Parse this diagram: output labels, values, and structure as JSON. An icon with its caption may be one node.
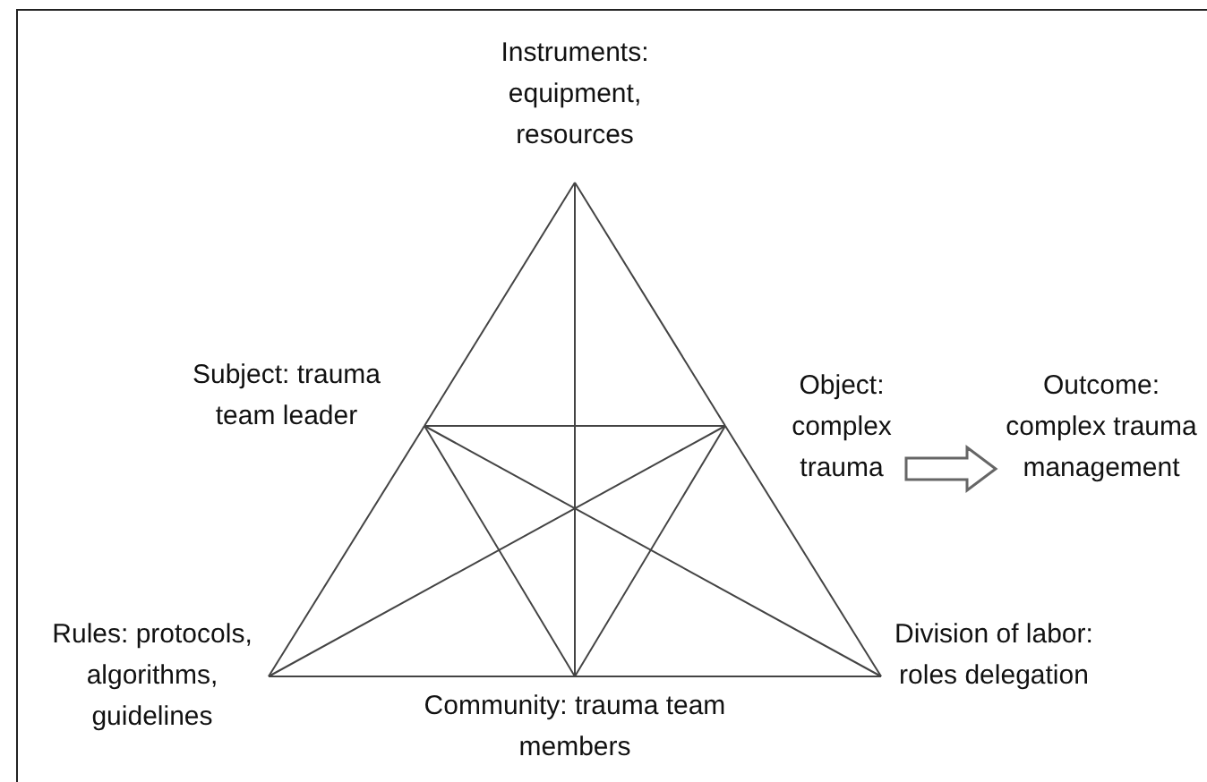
{
  "diagram": {
    "nodes": [
      {
        "text": [
          "Instruments: equipment, resources"
        ]
      },
      {
        "text": [
          "Subject: trauma team leader"
        ]
      },
      {
        "text": [
          "Object: complex trauma"
        ]
      },
      {
        "text": [
          "Outcome: complex trauma management"
        ]
      },
      {
        "text": [
          "Rules: protocols, algorithms, guidelines"
        ]
      },
      {
        "text": [
          "Community: trauma team members"
        ]
      },
      {
        "text": [
          "Division of labor: roles delegation"
        ]
      }
    ],
    "edges": [
      {
        "from": 0,
        "to": 1,
        "arrow": "none"
      },
      {
        "from": 0,
        "to": 2,
        "arrow": "none"
      },
      {
        "from": 0,
        "to": 5,
        "arrow": "none"
      },
      {
        "from": 1,
        "to": 2,
        "arrow": "none"
      },
      {
        "from": 1,
        "to": 4,
        "arrow": "none"
      },
      {
        "from": 2,
        "to": 6,
        "arrow": "none"
      },
      {
        "from": 4,
        "to": 5,
        "arrow": "none"
      },
      {
        "from": 5,
        "to": 6,
        "arrow": "none"
      },
      {
        "from": 1,
        "to": 5,
        "arrow": "none"
      },
      {
        "from": 1,
        "to": 6,
        "arrow": "none"
      },
      {
        "from": 2,
        "to": 4,
        "arrow": "none"
      },
      {
        "from": 2,
        "to": 5,
        "arrow": "none"
      },
      {
        "from": 2,
        "to": 3,
        "arrow": "to"
      }
    ]
  }
}
